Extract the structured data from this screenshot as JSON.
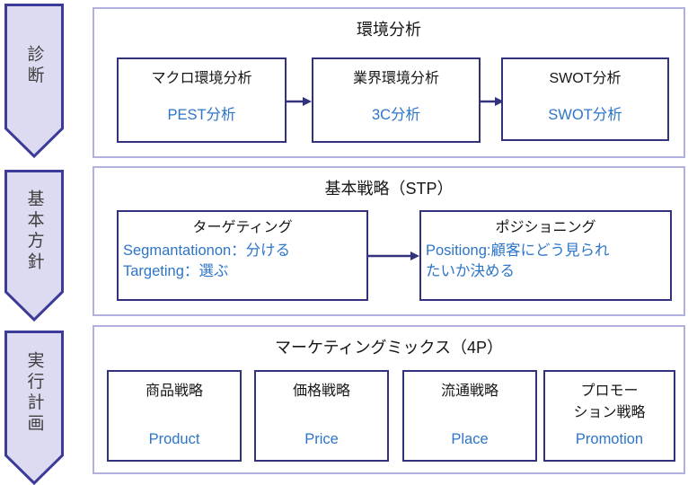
{
  "diagram": {
    "type": "marketing-strategy-flow",
    "colors": {
      "section_border": "#b1b1e1",
      "node_border": "#32327d",
      "banner_fill": "#dcdbf1",
      "banner_border": "#3c3b99",
      "arrow": "#33337d",
      "accent_text_blue": "#2d75c8",
      "heading_text": "#161616",
      "banner_text": "#3f3f3f"
    }
  },
  "stages": [
    {
      "label": "診断"
    },
    {
      "label": "基本方針"
    },
    {
      "label": "実行計画"
    }
  ],
  "sections": [
    {
      "title": "環境分析",
      "boxes": [
        {
          "heading": "マクロ環境分析",
          "sub": "PEST分析"
        },
        {
          "heading": "業界環境分析",
          "sub": "3C分析"
        },
        {
          "heading": "SWOT分析",
          "sub": "SWOT分析"
        }
      ]
    },
    {
      "title": "基本戦略（STP）",
      "boxes": [
        {
          "heading": "ターゲティング",
          "sub_lines": [
            "Segmantationon：分ける",
            "Targeting：選ぶ"
          ]
        },
        {
          "heading": "ポジショニング",
          "sub_lines": [
            "Positiong:顧客にどう見られ",
            "たいか決める"
          ]
        }
      ]
    },
    {
      "title": "マーケティングミックス（4P）",
      "boxes": [
        {
          "heading": "商品戦略",
          "sub": "Product"
        },
        {
          "heading": "価格戦略",
          "sub": "Price"
        },
        {
          "heading": "流通戦略",
          "sub": "Place"
        },
        {
          "heading": "プロモーション戦略",
          "heading_lines": [
            "プロモー",
            "ション戦略"
          ],
          "sub": "Promotion"
        }
      ]
    }
  ]
}
